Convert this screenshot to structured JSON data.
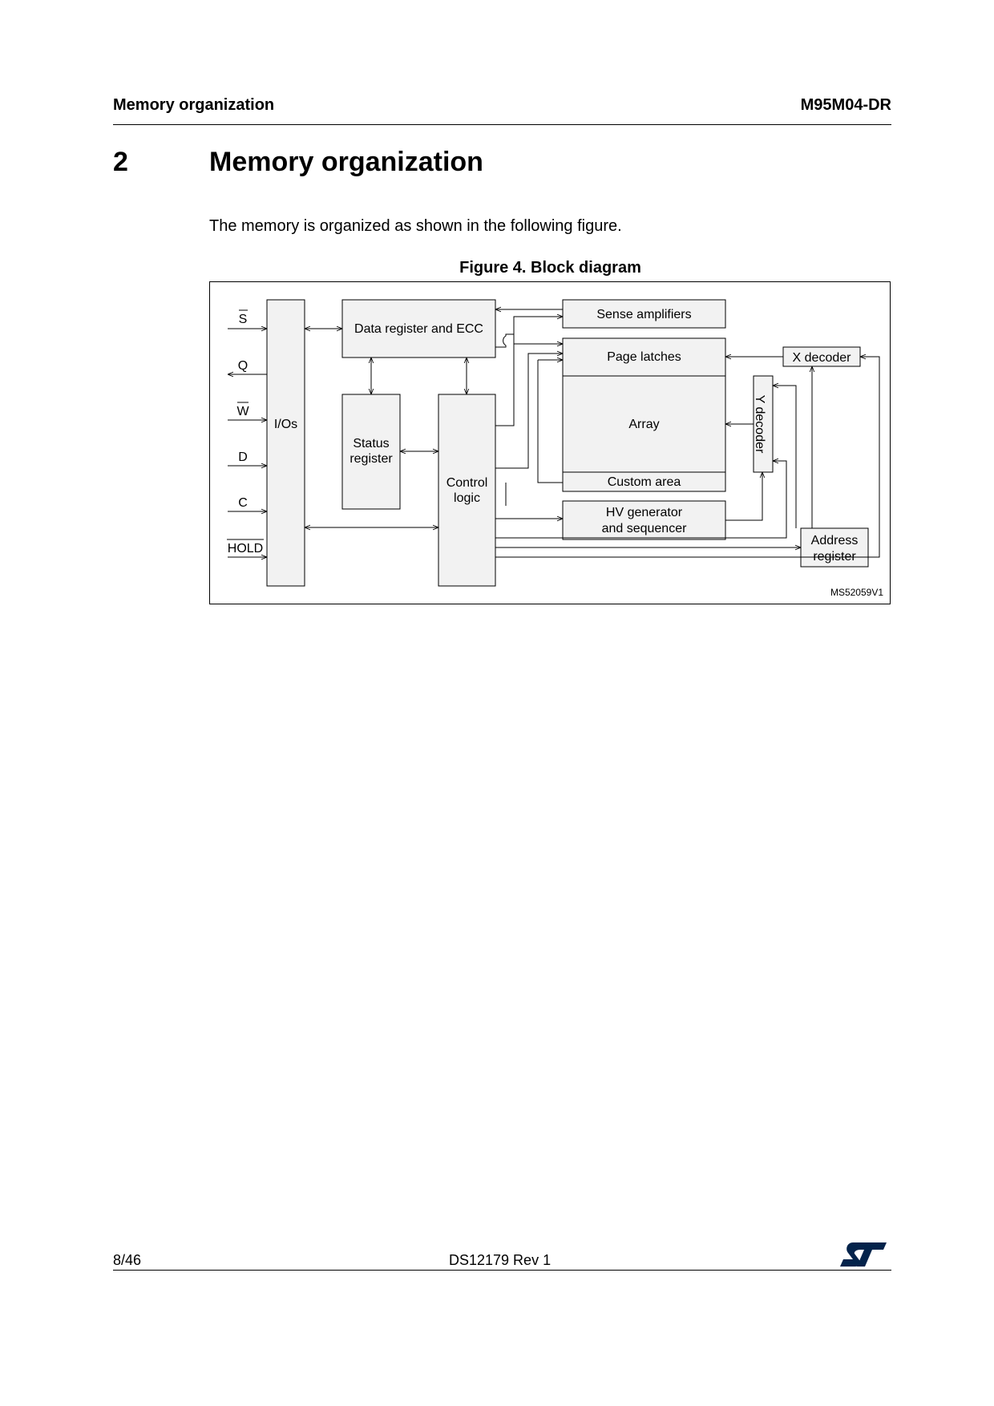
{
  "header": {
    "left": "Memory organization",
    "right": "M95M04-DR"
  },
  "section": {
    "number": "2",
    "title": "Memory organization"
  },
  "body_text": "The memory is organized as shown in the following figure.",
  "figure": {
    "title": "Figure 4. Block diagram",
    "id": "MS52059V1",
    "pins": {
      "s": "S",
      "q": "Q",
      "w": "W",
      "d": "D",
      "c": "C",
      "hold": "HOLD"
    },
    "blocks": {
      "ios": "I/Os",
      "data_register": "Data register and ECC",
      "status_line1": "Status",
      "status_line2": "register",
      "control_line1": "Control",
      "control_line2": "logic",
      "sense_amplifiers": "Sense amplifiers",
      "page_latches": "Page latches",
      "array": "Array",
      "custom_area": "Custom area",
      "hv_line1": "HV generator",
      "hv_line2": "and sequencer",
      "x_decoder": "X decoder",
      "y_decoder": "Y decoder",
      "addr_line1": "Address",
      "addr_line2": "register"
    },
    "colors": {
      "block_fill": "#f2f2f2",
      "stroke": "#000000"
    }
  },
  "footer": {
    "page": "8/46",
    "doc": "DS12179 Rev 1",
    "logo": "ST"
  },
  "logo_color": "#03234b"
}
